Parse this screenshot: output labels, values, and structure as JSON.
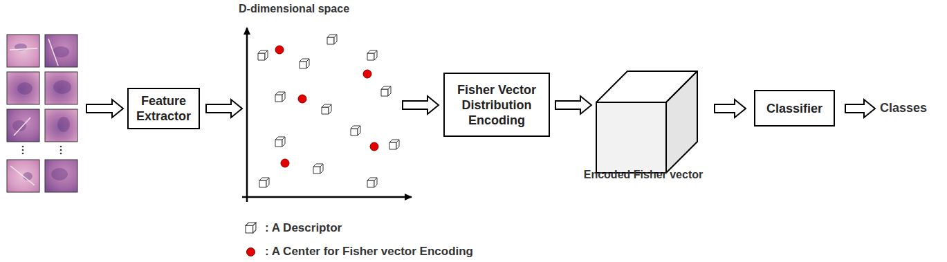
{
  "diagram": {
    "nodes": [
      {
        "text": [
          "Feature Extractor"
        ]
      },
      {
        "text": [
          "Fisher Vector Distribution Encoding"
        ]
      },
      {
        "text": [
          "Classifier"
        ]
      }
    ],
    "labels": [
      "D-dimensional space",
      "Encoded Fisher vector",
      "Classes"
    ],
    "legend": [
      {
        "text": ": A Descriptor"
      },
      {
        "text": ": A Center for Fisher vector Encoding",
        "color": "#e60000"
      }
    ]
  }
}
